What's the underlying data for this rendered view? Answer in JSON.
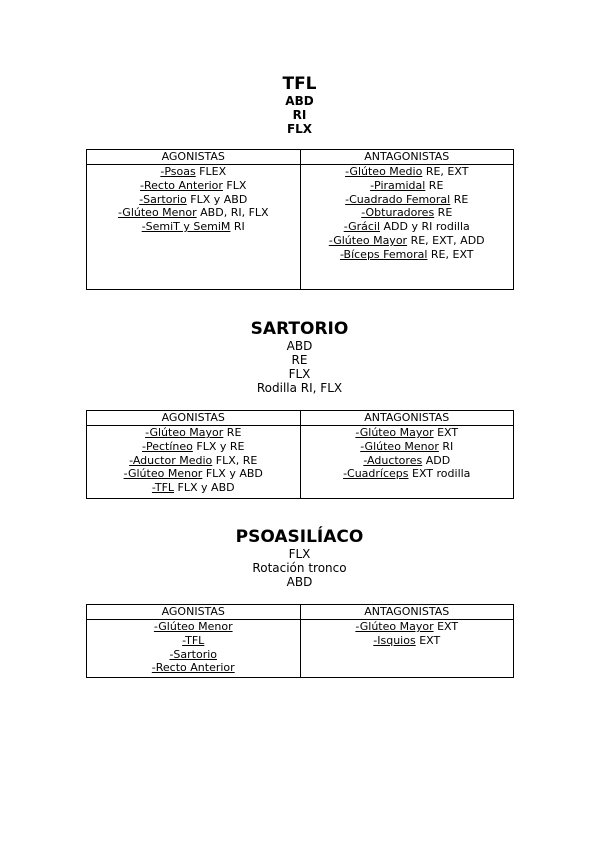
{
  "sections": [
    {
      "title": "TFL",
      "subtitles": [
        "ABD",
        "RI",
        "FLX"
      ],
      "col_headers": [
        "AGONISTAS",
        "ANTAGONISTAS"
      ],
      "agonists": [
        {
          "link": "-Psoas",
          "rest": " FLEX"
        },
        {
          "link": "-Recto Anterior",
          "rest": " FLX"
        },
        {
          "link": "-Sartorio",
          "rest": " FLX y ABD"
        },
        {
          "link": "-Glúteo Menor",
          "rest": " ABD, RI, FLX"
        },
        {
          "link": "-SemiT y SemiM",
          "rest": " RI"
        }
      ],
      "antagonists": [
        {
          "link": "-Glúteo Medio",
          "rest": " RE, EXT"
        },
        {
          "link": "-Piramidal",
          "rest": " RE"
        },
        {
          "link": "-Cuadrado Femoral",
          "rest": " RE"
        },
        {
          "link": "-Obturadores",
          "rest": " RE"
        },
        {
          "link": "-Grácil",
          "rest": " ADD y RI rodilla"
        },
        {
          "link": "-Glúteo Mayor",
          "rest": " RE, EXT, ADD"
        },
        {
          "link": "-Bíceps Femoral",
          "rest": " RE, EXT"
        }
      ]
    },
    {
      "title": "SARTORIO",
      "subtitles": [
        "ABD",
        "RE",
        "FLX",
        "Rodilla RI, FLX"
      ],
      "col_headers": [
        "AGONISTAS",
        "ANTAGONISTAS"
      ],
      "agonists": [
        {
          "link": "-Glúteo Mayor",
          "rest": " RE"
        },
        {
          "link": "-Pectíneo",
          "rest": " FLX y RE"
        },
        {
          "link": "-Aductor Medio",
          "rest": " FLX, RE"
        },
        {
          "link": "-Glúteo Menor",
          "rest": " FLX y ABD"
        },
        {
          "link": "-TFL",
          "rest": " FLX y ABD"
        }
      ],
      "antagonists": [
        {
          "link": "-Glúteo Mayor",
          "rest": " EXT"
        },
        {
          "link": "-Glúteo Menor",
          "rest": " RI"
        },
        {
          "link": "-Aductores",
          "rest": " ADD"
        },
        {
          "link": "-Cuadríceps",
          "rest": " EXT rodilla"
        }
      ]
    },
    {
      "title": "PSOASILÍACO",
      "subtitles": [
        "FLX",
        "Rotación tronco",
        "ABD"
      ],
      "col_headers": [
        "AGONISTAS",
        "ANTAGONISTAS"
      ],
      "agonists": [
        {
          "link": "-Glúteo Menor",
          "rest": ""
        },
        {
          "link": "-TFL",
          "rest": ""
        },
        {
          "link": "-Sartorio",
          "rest": ""
        },
        {
          "link": "-Recto Anterior",
          "rest": ""
        }
      ],
      "antagonists": [
        {
          "link": "-Glúteo Mayor",
          "rest": " EXT"
        },
        {
          "link": "-Isquios",
          "rest": " EXT"
        }
      ]
    }
  ]
}
